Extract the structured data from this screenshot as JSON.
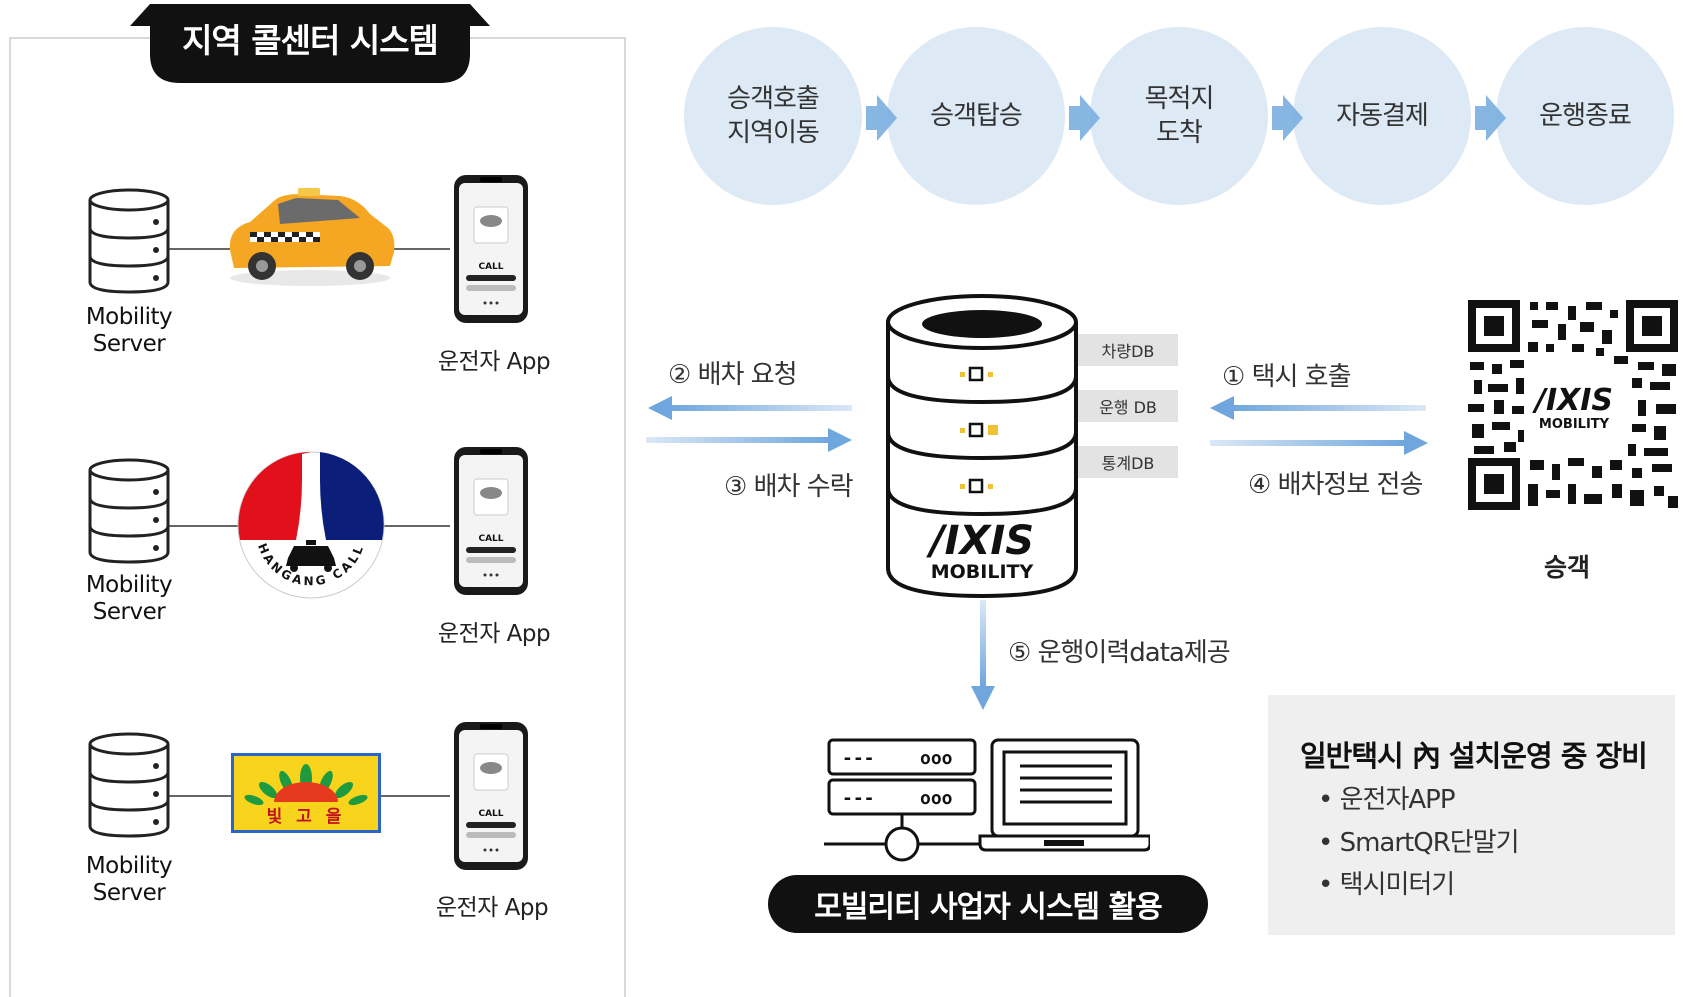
{
  "panel": {
    "title": "지역 콜센터 시스템",
    "rows": [
      {
        "server_line1": "Mobility",
        "server_line2": "Server",
        "app_label": "운전자 App"
      },
      {
        "server_line1": "Mobility",
        "server_line2": "Server",
        "app_label": "운전자 App",
        "logo_text": "HANGANG CALL"
      },
      {
        "server_line1": "Mobility",
        "server_line2": "Server",
        "app_label": "운전자 App",
        "logo_text": "빛 고 을"
      }
    ],
    "phone_call_text": "CALL"
  },
  "process_steps": [
    "승객호출\n지역이동",
    "승객탑승",
    "목적지\n도착",
    "자동결제",
    "운행종료"
  ],
  "center_db": {
    "brand_line1": "/IXIS",
    "brand_line2": "MOBILITY",
    "tags": [
      "차량DB",
      "운행 DB",
      "통계DB"
    ]
  },
  "flows": {
    "dispatch_request": "② 배차 요청",
    "dispatch_accept": "③ 배차 수락",
    "taxi_call": "① 택시 호출",
    "dispatch_info": "④ 배차정보 전송",
    "history_data": "⑤ 운행이력data제공"
  },
  "passenger": {
    "label": "승객",
    "qr_brand_line1": "/IXIS",
    "qr_brand_line2": "MOBILITY"
  },
  "business": {
    "label": "모빌리티 사업자 시스템 활용",
    "server_code": "---",
    "server_lights": "ooo"
  },
  "equipment": {
    "title": "일반택시 內 설치운영 중 장비",
    "items": [
      "• 운전자APP",
      "• SmartQR단말기",
      "• 택시미터기"
    ]
  },
  "colors": {
    "dark": "#111111",
    "step_bg": "#dde9f4",
    "arrow_blue": "#7aaee0",
    "panel_border": "#d9d9d9"
  }
}
